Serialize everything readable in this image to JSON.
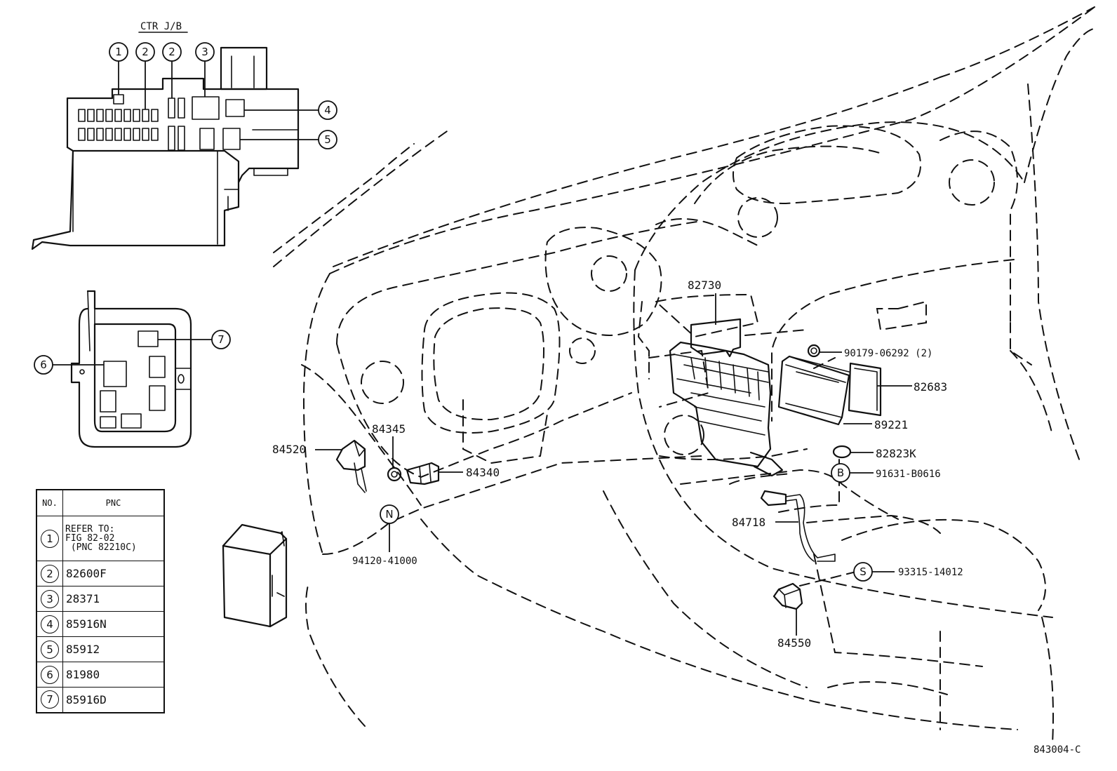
{
  "junction_block_title": "CTR J/B",
  "callouts": {
    "c1": "1",
    "c2a": "2",
    "c2b": "2",
    "c3": "3",
    "c4": "4",
    "c5": "5",
    "c6": "6",
    "c7": "7",
    "cN": "N",
    "cB": "B",
    "cS": "S"
  },
  "parts": {
    "p82730": "82730",
    "p90179": "90179-06292 (2)",
    "p82683": "82683",
    "p89221": "89221",
    "p82823K": "82823K",
    "p91631": "91631-B0616",
    "p84345": "84345",
    "p84520": "84520",
    "p84340": "84340",
    "p94120": "94120-41000",
    "p84718": "84718",
    "p93315": "93315-14012",
    "p84550": "84550"
  },
  "table": {
    "header_no": "NO.",
    "header_pnc": "PNC",
    "rows": [
      {
        "no": "1",
        "pnc": "REFER TO:\nFIG 82-02\n (PNC 82210C)"
      },
      {
        "no": "2",
        "pnc": "82600F"
      },
      {
        "no": "3",
        "pnc": "28371"
      },
      {
        "no": "4",
        "pnc": "85916N"
      },
      {
        "no": "5",
        "pnc": "85912"
      },
      {
        "no": "6",
        "pnc": "81980"
      },
      {
        "no": "7",
        "pnc": "85916D"
      }
    ]
  },
  "figure_code": "843004-C"
}
